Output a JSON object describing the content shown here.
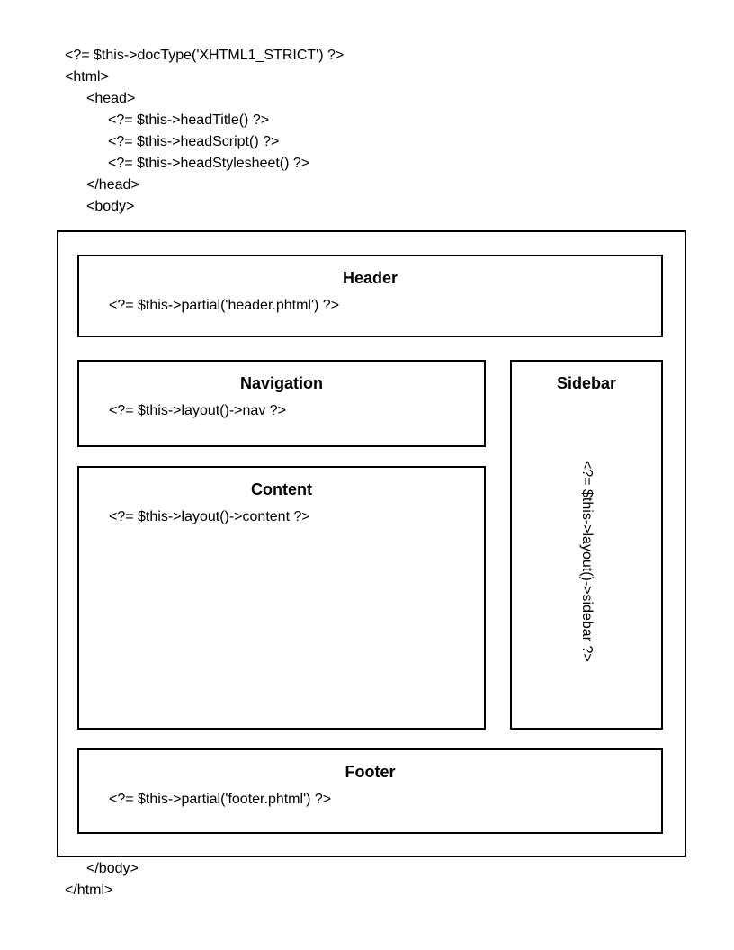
{
  "colors": {
    "background": "#ffffff",
    "border": "#000000",
    "text": "#000000"
  },
  "code_top": [
    "<?= $this->docType('XHTML1_STRICT') ?>",
    "<html>",
    "<head>",
    "<?= $this->headTitle() ?>",
    "<?= $this->headScript() ?>",
    "<?= $this->headStylesheet() ?>",
    "</head>",
    "<body>"
  ],
  "boxes": {
    "header": {
      "title": "Header",
      "code": "<?= $this->partial('header.phtml') ?>"
    },
    "navigation": {
      "title": "Navigation",
      "code": "<?= $this->layout()->nav ?>"
    },
    "content": {
      "title": "Content",
      "code": "<?= $this->layout()->content ?>"
    },
    "sidebar": {
      "title": "Sidebar",
      "code": "<?= $this->layout()->sidebar ?>"
    },
    "footer": {
      "title": "Footer",
      "code": "<?= $this->partial('footer.phtml') ?>"
    }
  },
  "code_bottom": [
    "</body>",
    "</html>"
  ]
}
